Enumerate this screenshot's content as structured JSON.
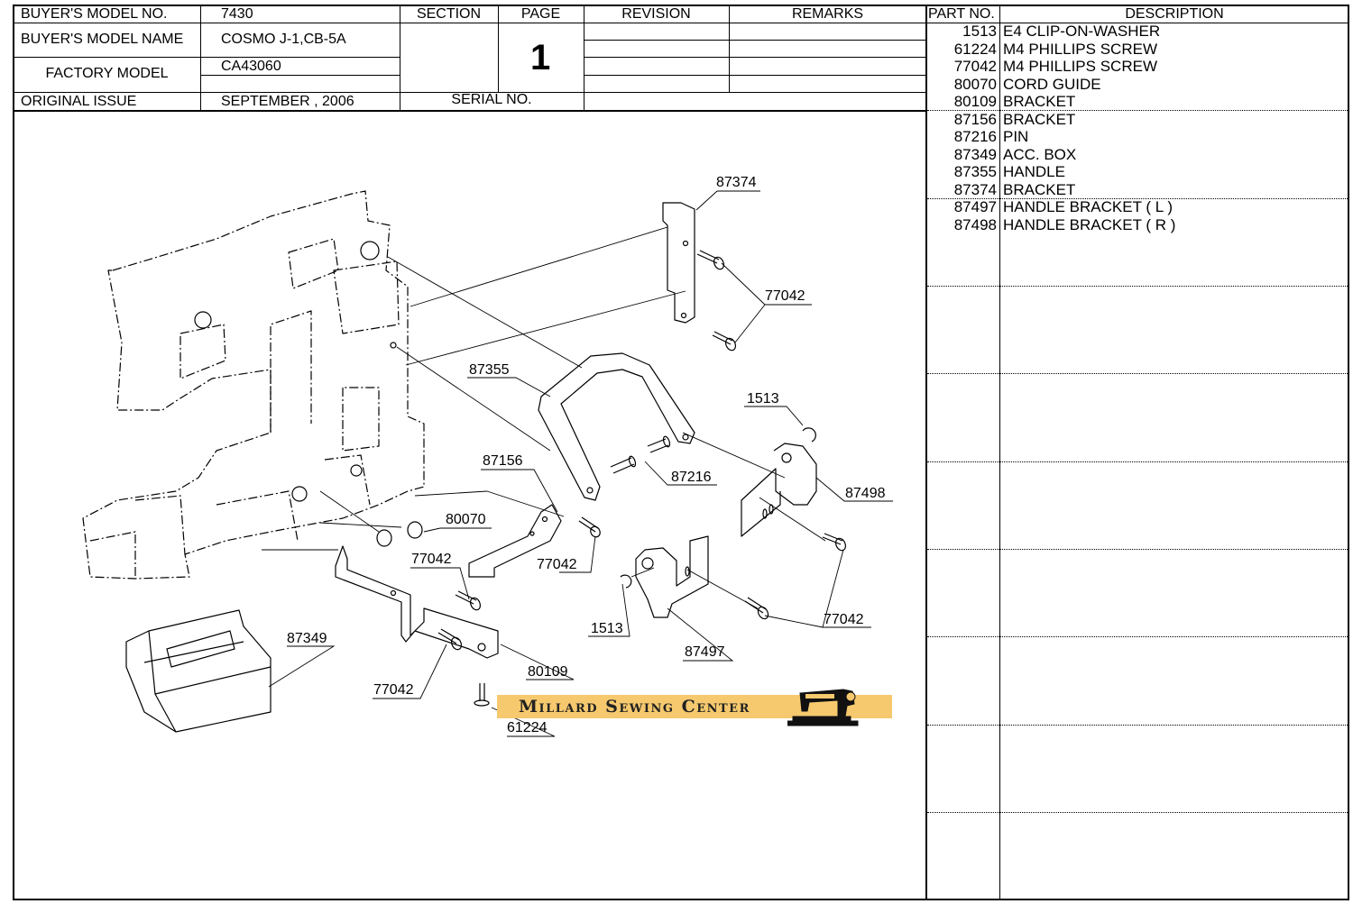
{
  "header": {
    "buyers_model_no_label": "BUYER'S MODEL NO.",
    "buyers_model_no": "7430",
    "buyers_model_name_label": "BUYER'S MODEL NAME",
    "buyers_model_name": "COSMO J-1,CB-5A",
    "factory_model_label": "FACTORY MODEL",
    "factory_model": "CA43060",
    "original_issue_label": "ORIGINAL ISSUE",
    "original_issue": "SEPTEMBER , 2006",
    "section_label": "SECTION",
    "page_label": "PAGE",
    "page_number": "1",
    "revision_label": "REVISION",
    "remarks_label": "REMARKS",
    "serial_no_label": "SERIAL NO."
  },
  "parts_list": {
    "part_no_label": "PART NO.",
    "description_label": "DESCRIPTION",
    "rows": [
      {
        "part_no": "1513",
        "description": "E4 CLIP-ON-WASHER"
      },
      {
        "part_no": "61224",
        "description": "M4 PHILLIPS SCREW"
      },
      {
        "part_no": "77042",
        "description": "M4 PHILLIPS SCREW"
      },
      {
        "part_no": "80070",
        "description": "CORD GUIDE"
      },
      {
        "part_no": "80109",
        "description": "BRACKET"
      },
      {
        "part_no": "87156",
        "description": "BRACKET"
      },
      {
        "part_no": "87216",
        "description": "PIN"
      },
      {
        "part_no": "87349",
        "description": "ACC. BOX"
      },
      {
        "part_no": "87355",
        "description": "HANDLE"
      },
      {
        "part_no": "87374",
        "description": "BRACKET"
      },
      {
        "part_no": "87497",
        "description": "HANDLE BRACKET ( L )"
      },
      {
        "part_no": "87498",
        "description": "HANDLE BRACKET ( R )"
      }
    ]
  },
  "callouts": {
    "c87374": "87374",
    "c77042_top": "77042",
    "c87355": "87355",
    "c1513_right": "1513",
    "c87156": "87156",
    "c87216": "87216",
    "c87498": "87498",
    "c80070": "80070",
    "c77042_mid": "77042",
    "c77042_center": "77042",
    "c87349": "87349",
    "c1513_left": "1513",
    "c77042_right": "77042",
    "c87497": "87497",
    "c80109": "80109",
    "c77042_bottom": "77042",
    "c61224": "61224"
  },
  "watermark": {
    "text": "Millard Sewing Center",
    "accent_color": "#f6c96e"
  }
}
